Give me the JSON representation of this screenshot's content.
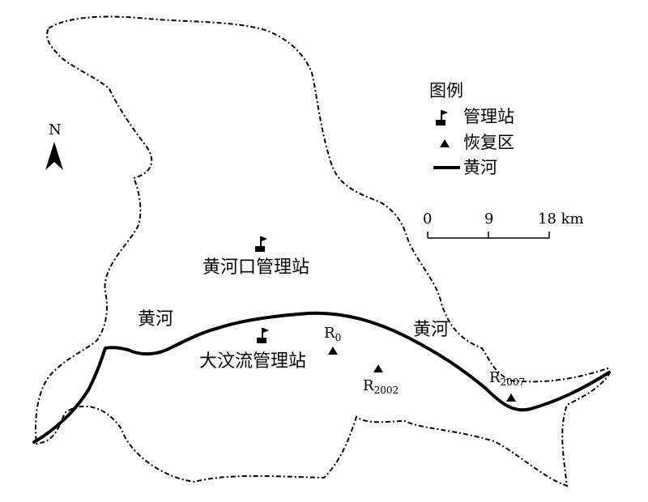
{
  "legend": {
    "title": "图例",
    "items": [
      {
        "symbol": "station-flag-icon",
        "label": "管理站"
      },
      {
        "symbol": "triangle-icon",
        "label": "恢复区"
      },
      {
        "symbol": "river-line-icon",
        "label": "黄河"
      }
    ]
  },
  "north_arrow": {
    "label": "N"
  },
  "scale_bar": {
    "ticks": [
      "0",
      "9",
      "18 km"
    ]
  },
  "stations": [
    {
      "name": "黄河口管理站"
    },
    {
      "name": "大汶流管理站"
    }
  ],
  "river_labels": [
    "黄河",
    "黄河"
  ],
  "restoration_sites": [
    {
      "base": "R",
      "sub": "0"
    },
    {
      "base": "R",
      "sub": "2002"
    },
    {
      "base": "R",
      "sub": "2007"
    }
  ]
}
